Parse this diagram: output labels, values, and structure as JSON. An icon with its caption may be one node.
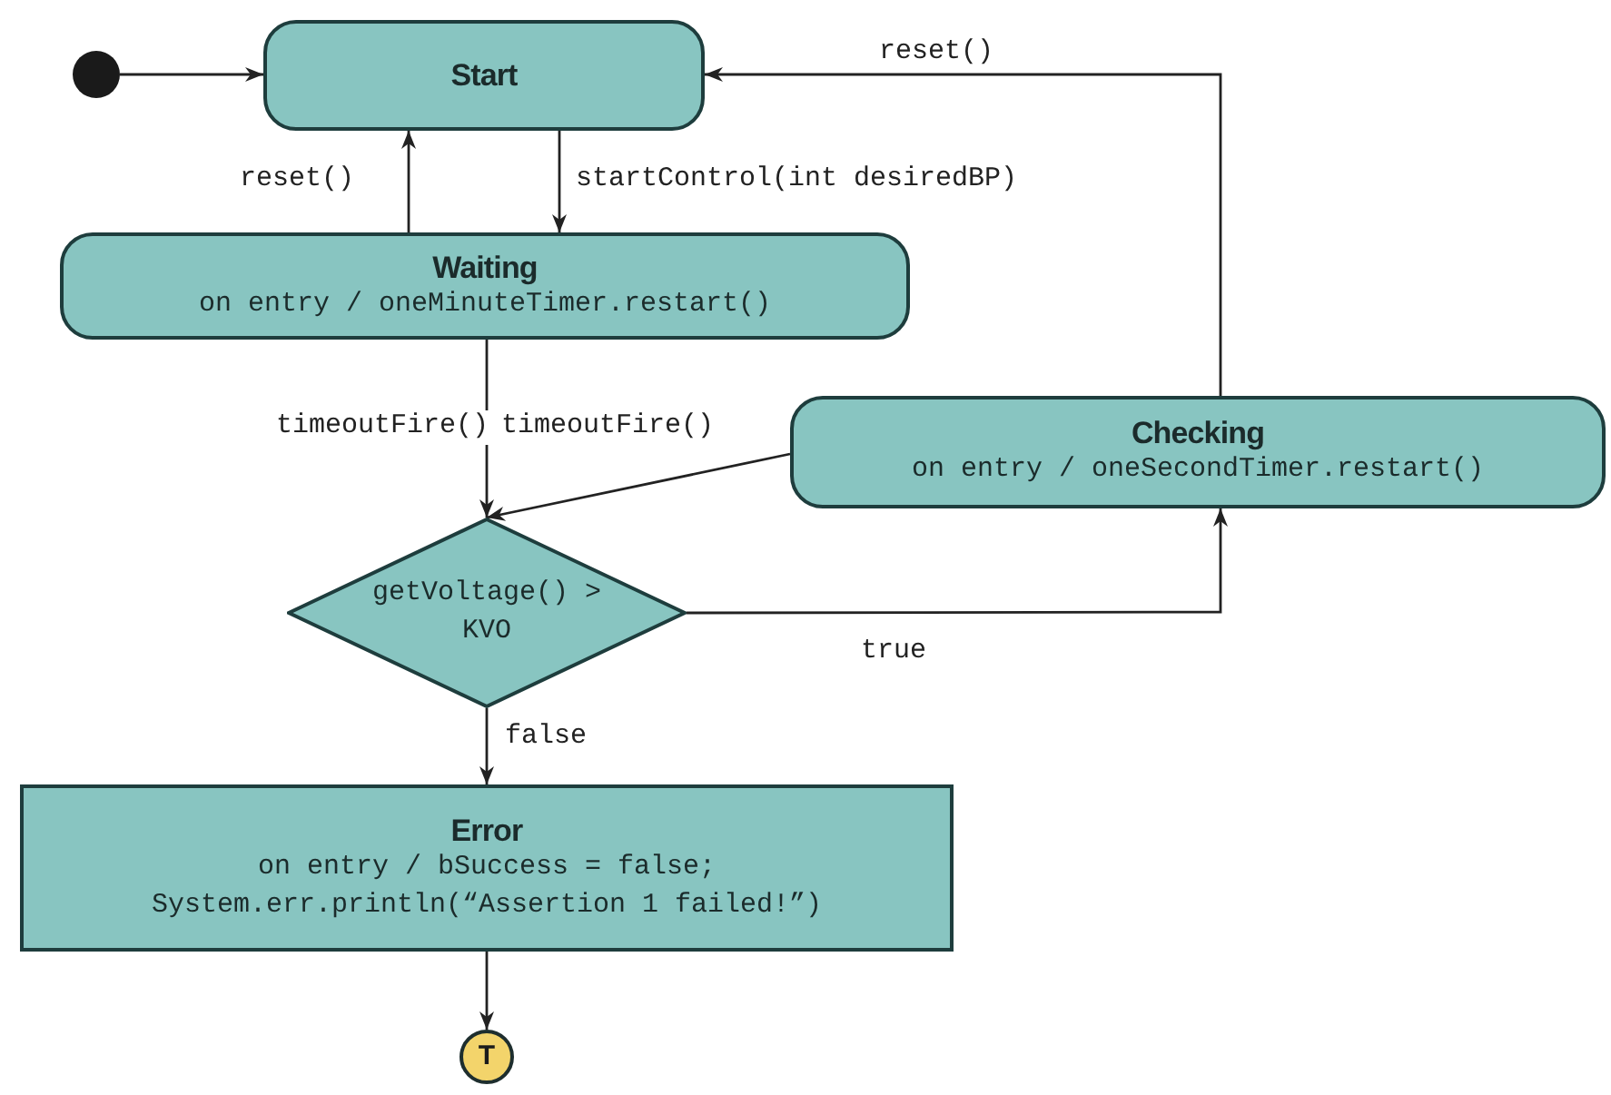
{
  "diagram": {
    "nodes": [
      {
        "text": [],
        "shape": "circle"
      },
      {
        "text": [
          "Start"
        ]
      },
      {
        "text": [
          "Waiting",
          "on entry / oneMinuteTimer.restart()"
        ]
      },
      {
        "text": [
          "Checking",
          "on entry / oneSecondTimer.restart()"
        ]
      },
      {
        "text": [
          "getVoltage() > KVO"
        ]
      },
      {
        "text": [
          "Error",
          "on entry / bSuccess = false; System.err.println(“Assertion 1 failed!”)"
        ]
      },
      {
        "text": [
          "T"
        ]
      }
    ],
    "edges": [
      {
        "from": 0,
        "to": 1,
        "arrow": "to"
      },
      {
        "from": 2,
        "to": 1,
        "arrow": "to",
        "label": "reset()"
      },
      {
        "from": 1,
        "to": 2,
        "arrow": "to",
        "label": "startControl(int desiredBP)"
      },
      {
        "from": 3,
        "to": 1,
        "arrow": "to",
        "label": "reset()"
      },
      {
        "from": 2,
        "to": 4,
        "arrow": "to",
        "label": "timeoutFire()"
      },
      {
        "from": 3,
        "to": 4,
        "arrow": "to",
        "label": "timeoutFire()"
      },
      {
        "from": 4,
        "to": 3,
        "arrow": "to",
        "label": "true"
      },
      {
        "from": 4,
        "to": 5,
        "arrow": "to",
        "label": "false"
      },
      {
        "from": 5,
        "to": 6,
        "arrow": "to"
      }
    ]
  }
}
